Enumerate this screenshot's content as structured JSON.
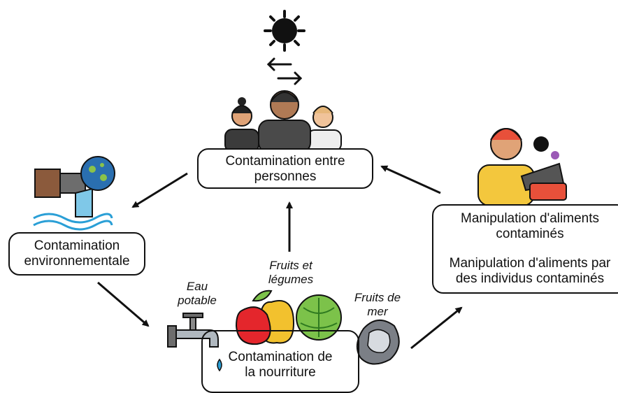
{
  "nodes": {
    "people": {
      "line1": "Contamination entre",
      "line2": "personnes"
    },
    "environment": {
      "line1": "Contamination",
      "line2": "environnementale"
    },
    "food": {
      "line1": "Contamination de",
      "line2": "la nourriture"
    },
    "handling": {
      "line1": "Manipulation d'aliments",
      "line2": "contaminés",
      "line3": "Manipulation d'aliments par",
      "line4": "des individus contaminés"
    }
  },
  "food_sources": {
    "water": {
      "line1": "Eau",
      "line2": "potable"
    },
    "produce": {
      "line1": "Fruits et",
      "line2": "légumes"
    },
    "seafood": {
      "line1": "Fruits de",
      "line2": "mer"
    }
  },
  "colors": {
    "line": "#111111",
    "water": "#7fc8e8",
    "pipe": "#8b5a3c",
    "virus_bubble": "#2a6fb0",
    "apple": "#e4262c",
    "pear": "#f2c12e",
    "cabbage": "#7cc24a",
    "skin": "#e0a377",
    "hair": "#e8503a",
    "shirt": "#f3c73d"
  }
}
